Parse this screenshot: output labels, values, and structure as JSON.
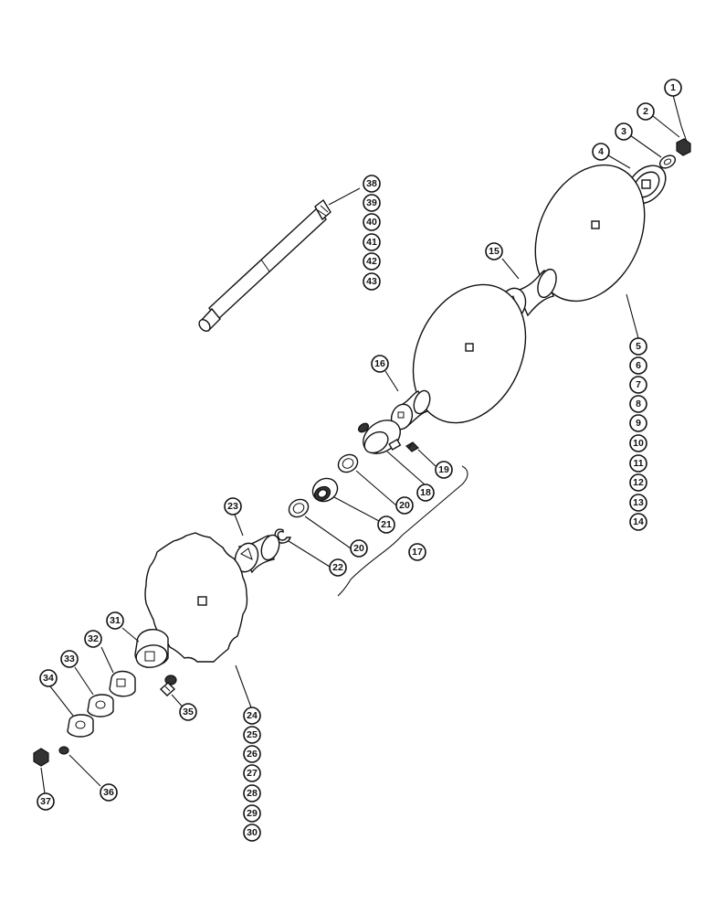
{
  "diagram": {
    "callouts": {
      "c1": "1",
      "c2": "2",
      "c3": "3",
      "c4": "4",
      "c5": "5",
      "c6": "6",
      "c7": "7",
      "c8": "8",
      "c9": "9",
      "c10": "10",
      "c11": "11",
      "c12": "12",
      "c13": "13",
      "c14": "14",
      "c15": "15",
      "c16": "16",
      "c17": "17",
      "c18": "18",
      "c19": "19",
      "c20a": "20",
      "c20b": "20",
      "c21": "21",
      "c22": "22",
      "c23": "23",
      "c24": "24",
      "c25": "25",
      "c26": "26",
      "c27": "27",
      "c28": "28",
      "c29": "29",
      "c30": "30",
      "c31": "31",
      "c32": "32",
      "c33": "33",
      "c34": "34",
      "c35": "35",
      "c36": "36",
      "c37": "37",
      "c38": "38",
      "c39": "39",
      "c40": "40",
      "c41": "41",
      "c42": "42",
      "c43": "43"
    },
    "colors": {
      "ink": "#111111",
      "paper": "#ffffff"
    }
  }
}
